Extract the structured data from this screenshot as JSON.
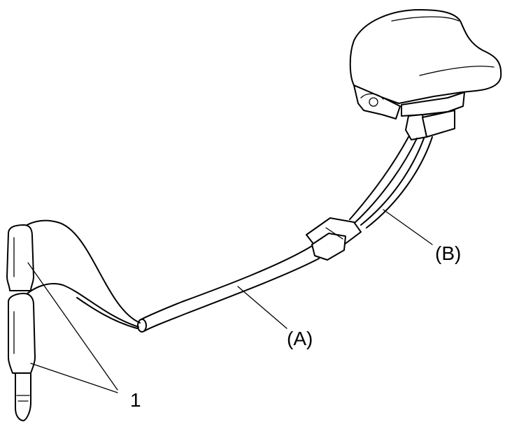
{
  "labels": {
    "a": "(A)",
    "b": "(B)",
    "one": "1"
  },
  "colors": {
    "line": "#000000",
    "background": "#ffffff"
  }
}
